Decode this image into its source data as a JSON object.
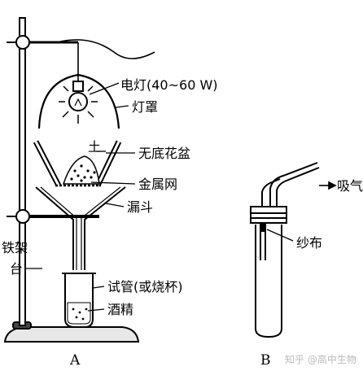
{
  "apparatus_a": {
    "caption": "A",
    "labels": {
      "lamp": "电灯(40~60 W)",
      "lampshade": "灯罩",
      "soil": "土",
      "flowerpot": "无底花盆",
      "mesh": "金属网",
      "funnel": "漏斗",
      "stand": "铁架",
      "stand_line2": "台",
      "tube": "试管(或烧杯)",
      "alcohol": "酒精"
    }
  },
  "apparatus_b": {
    "caption": "B",
    "labels": {
      "suction": "吸气",
      "gauze": "纱布"
    }
  },
  "watermark": "知乎 @高中生物"
}
